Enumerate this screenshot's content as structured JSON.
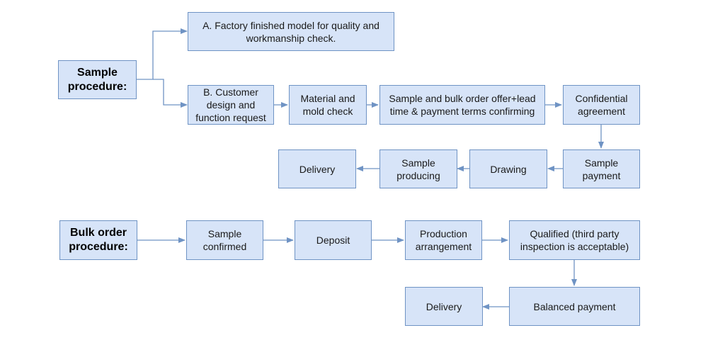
{
  "sample": {
    "heading": "Sample\nprocedure:",
    "a": "A. Factory finished model for quality and\nworkmanship check.",
    "b": "B. Customer\ndesign and\nfunction request",
    "material": "Material and\nmold check",
    "offer": "Sample and bulk order offer+lead\ntime & payment terms confirming",
    "confidential": "Confidential\nagreement",
    "payment": "Sample\npayment",
    "drawing": "Drawing",
    "producing": "Sample\nproducing",
    "delivery": "Delivery"
  },
  "bulk": {
    "heading": "Bulk order\nprocedure:",
    "confirmed": "Sample\nconfirmed",
    "deposit": "Deposit",
    "production": "Production\narrangement",
    "qualified": "Qualified (third party\ninspection is acceptable)",
    "balanced": "Balanced payment",
    "delivery": "Delivery"
  },
  "colors": {
    "box_fill": "#d7e4f8",
    "box_border": "#6f93c4",
    "arrow": "#6f93c4"
  }
}
